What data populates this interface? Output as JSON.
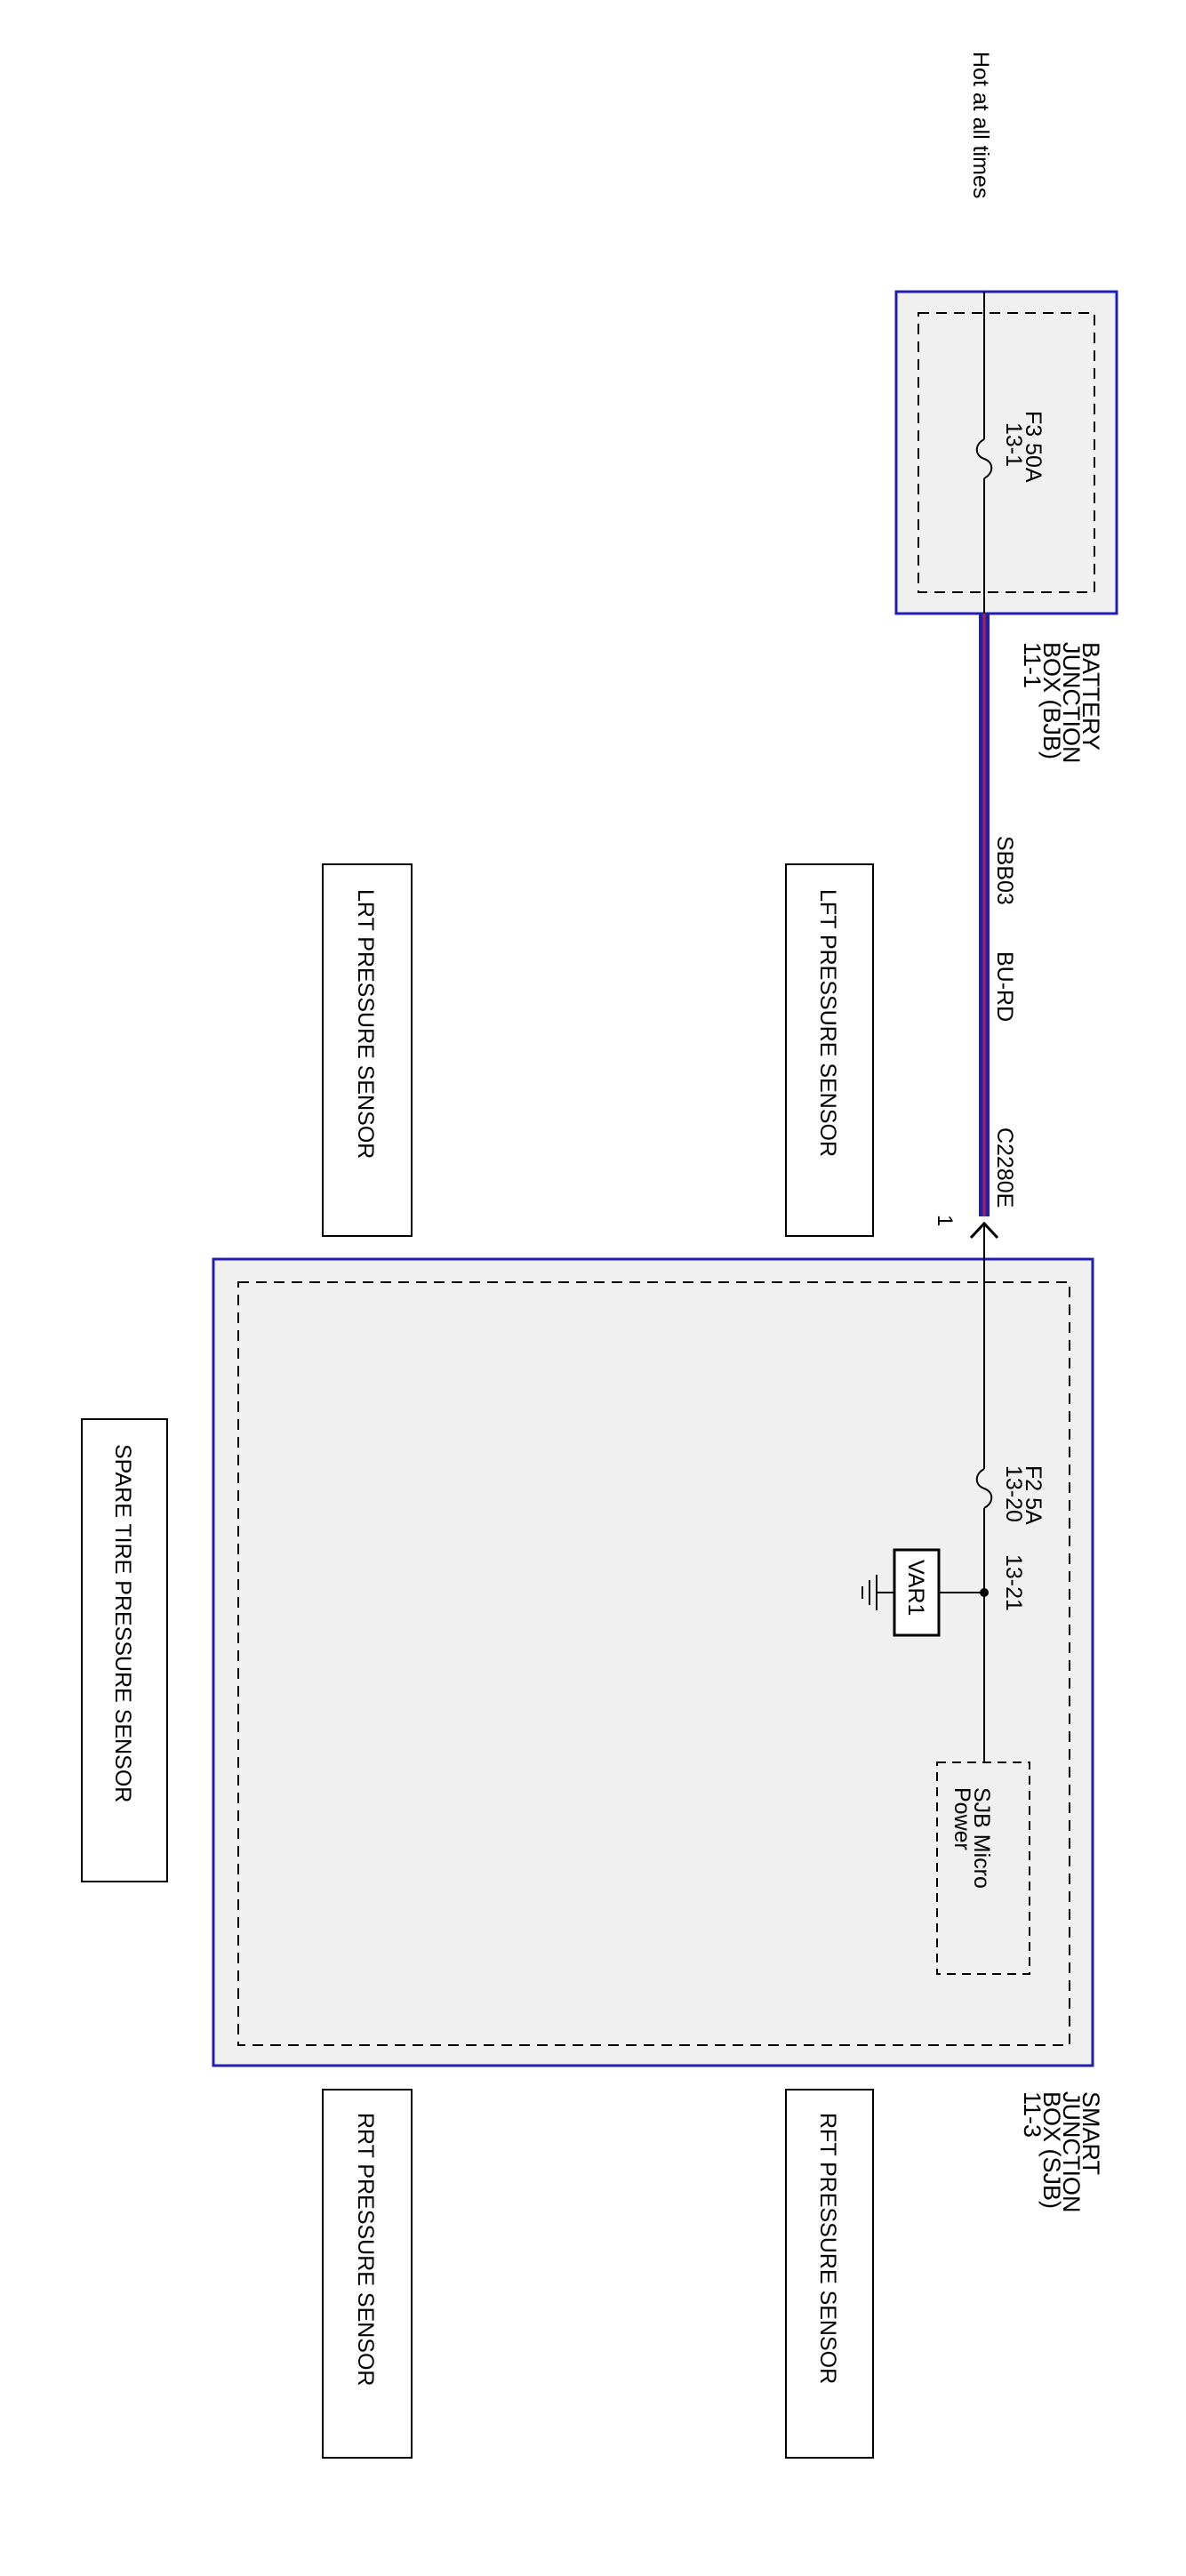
{
  "diagram": {
    "hot_label": "Hot at all times",
    "battery_junction_box": {
      "label_lines": [
        "BATTERY",
        "JUNCTION",
        "BOX (BJB)",
        "11-1"
      ],
      "fuse": {
        "name": "F3  50A",
        "pin": "13-1"
      }
    },
    "wire": {
      "circuit": "SBB03",
      "color_code": "BU-RD",
      "connector": "C2280E",
      "pin": "1"
    },
    "smart_junction_box": {
      "label_lines": [
        "SMART",
        "JUNCTION",
        "BOX (SJB)",
        "11-3"
      ],
      "fuse": {
        "name": "F2  5A",
        "pin_in": "13-20",
        "pin_out": "13-21"
      },
      "varistor": "VAR1",
      "micro_lines": [
        "SJB Micro",
        "Power"
      ]
    },
    "sensors": {
      "lft": "LFT PRESSURE SENSOR",
      "lrt": "LRT PRESSURE SENSOR",
      "rft": "RFT PRESSURE SENSOR",
      "rrt": "RRT PRESSURE SENSOR",
      "spare": "SPARE TIRE PRESSURE SENSOR"
    },
    "colors": {
      "box_border": "#1f1fb4",
      "box_fill": "#f0f0f0",
      "wire_blue": "#1f1fb4",
      "wire_red": "#b01f4a",
      "line": "#000000"
    }
  }
}
